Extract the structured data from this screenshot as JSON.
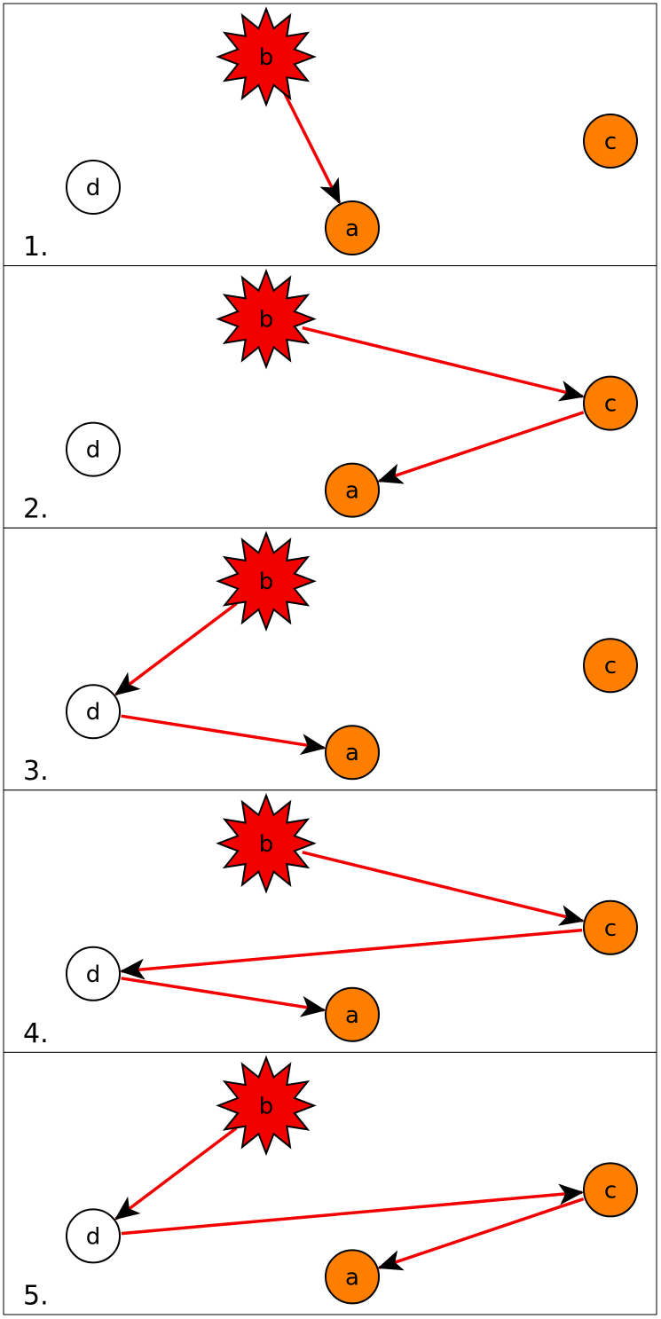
{
  "colors": {
    "edge": "#f20000",
    "source_fill": "#f20000",
    "reached_fill": "#fe7f00",
    "unreached_fill": "#ffffff",
    "stroke": "#000000"
  },
  "panels": [
    {
      "number": "1.",
      "nodes": [
        {
          "id": "b",
          "label": "b",
          "shape": "star",
          "state": "source"
        },
        {
          "id": "c",
          "label": "c",
          "shape": "circle",
          "state": "reached"
        },
        {
          "id": "d",
          "label": "d",
          "shape": "circle",
          "state": "unreached"
        },
        {
          "id": "a",
          "label": "a",
          "shape": "circle",
          "state": "reached"
        }
      ],
      "edges": [
        {
          "from": "b",
          "to": "a"
        }
      ]
    },
    {
      "number": "2.",
      "nodes": [
        {
          "id": "b",
          "label": "b",
          "shape": "star",
          "state": "source"
        },
        {
          "id": "c",
          "label": "c",
          "shape": "circle",
          "state": "reached"
        },
        {
          "id": "d",
          "label": "d",
          "shape": "circle",
          "state": "unreached"
        },
        {
          "id": "a",
          "label": "a",
          "shape": "circle",
          "state": "reached"
        }
      ],
      "edges": [
        {
          "from": "b",
          "to": "c"
        },
        {
          "from": "c",
          "to": "a"
        }
      ]
    },
    {
      "number": "3.",
      "nodes": [
        {
          "id": "b",
          "label": "b",
          "shape": "star",
          "state": "source"
        },
        {
          "id": "c",
          "label": "c",
          "shape": "circle",
          "state": "reached"
        },
        {
          "id": "d",
          "label": "d",
          "shape": "circle",
          "state": "unreached"
        },
        {
          "id": "a",
          "label": "a",
          "shape": "circle",
          "state": "reached"
        }
      ],
      "edges": [
        {
          "from": "b",
          "to": "d"
        },
        {
          "from": "d",
          "to": "a"
        }
      ]
    },
    {
      "number": "4.",
      "nodes": [
        {
          "id": "b",
          "label": "b",
          "shape": "star",
          "state": "source"
        },
        {
          "id": "c",
          "label": "c",
          "shape": "circle",
          "state": "reached"
        },
        {
          "id": "d",
          "label": "d",
          "shape": "circle",
          "state": "unreached"
        },
        {
          "id": "a",
          "label": "a",
          "shape": "circle",
          "state": "reached"
        }
      ],
      "edges": [
        {
          "from": "b",
          "to": "c"
        },
        {
          "from": "c",
          "to": "d"
        },
        {
          "from": "d",
          "to": "a"
        }
      ]
    },
    {
      "number": "5.",
      "nodes": [
        {
          "id": "b",
          "label": "b",
          "shape": "star",
          "state": "source"
        },
        {
          "id": "c",
          "label": "c",
          "shape": "circle",
          "state": "reached"
        },
        {
          "id": "d",
          "label": "d",
          "shape": "circle",
          "state": "unreached"
        },
        {
          "id": "a",
          "label": "a",
          "shape": "circle",
          "state": "reached"
        }
      ],
      "edges": [
        {
          "from": "b",
          "to": "d"
        },
        {
          "from": "d",
          "to": "c"
        },
        {
          "from": "c",
          "to": "a"
        }
      ]
    }
  ]
}
